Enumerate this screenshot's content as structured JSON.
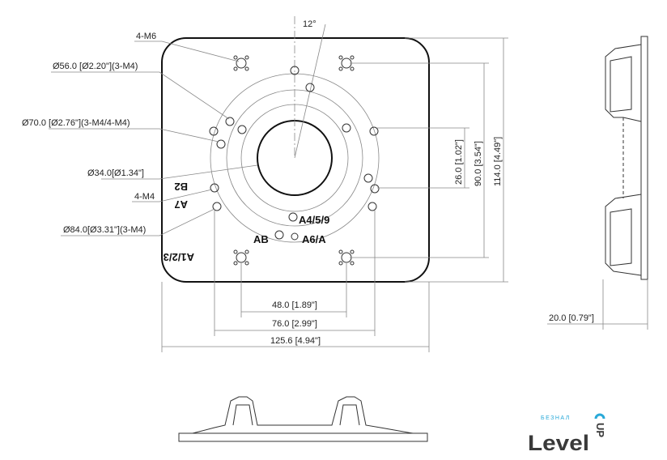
{
  "drawing": {
    "angle_label": "12°",
    "callouts": {
      "m6": "4-M6",
      "d56": "Ø56.0 [Ø2.20\"](3-M4)",
      "d70": "Ø70.0 [Ø2.76\"](3-M4/4-M4)",
      "d34": "Ø34.0[Ø1.34\"]",
      "m4": "4-M4",
      "d84": "Ø84.0[Ø3.31\"](3-M4)"
    },
    "hole_labels": {
      "b2": "B2",
      "a7": "A7",
      "a459": "A4/5/9",
      "ab": "AB",
      "a6a": "A6/A",
      "a123": "A1/2/3"
    },
    "dimensions": {
      "w48": "48.0 [1.89\"]",
      "w76": "76.0 [2.99\"]",
      "w125": "125.6 [4.94\"]",
      "h26": "26.0 [1.02\"]",
      "h90": "90.0 [3.54\"]",
      "h114": "114.0 [4.49\"]",
      "depth20": "20.0 [0.79\"]"
    }
  },
  "logo": {
    "small_text": "БЕЗНАЛ",
    "main_text": "Level",
    "up_text": "UP",
    "accent_color": "#29a9d8"
  }
}
